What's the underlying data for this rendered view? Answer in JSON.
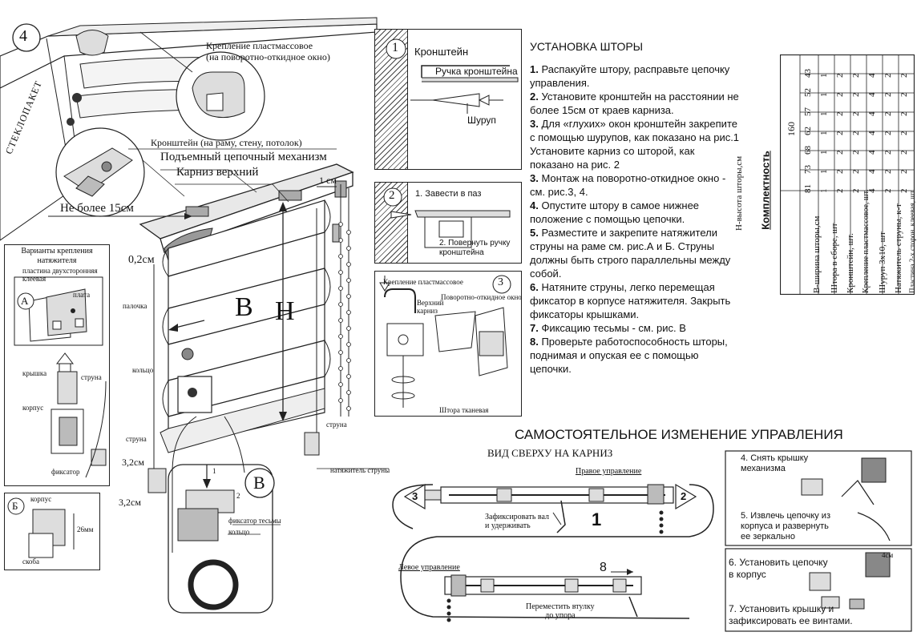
{
  "fig4": {
    "num": "4",
    "glass_label": "СТЕКЛОПАКЕТ",
    "clip_label": "Крепление пластмассовое\n(на поворотно-откидное окно)",
    "bracket_label": "Кронштейн (на раму, стену, потолок)",
    "mechanism_label": "Подъемный цепочный механизм",
    "cornice_label": "Карниз верхний",
    "max15_label": "Не более 15см",
    "cm1_label": "1 см",
    "gap_label": "0,2см",
    "B_letter": "B",
    "H_letter": "H",
    "stick_label": "палочка",
    "ring_label": "кольцо",
    "string_label": "струна",
    "string_label2": "струна",
    "tensioner_label": "натяжитель струны",
    "cm32a": "3,2см",
    "cm32b": "3,2см",
    "circleB": "B",
    "fixator_tape_label": "фиксатор тесьмы",
    "ring2_label": "кольцо",
    "step1": "1",
    "step2": "2"
  },
  "variants": {
    "title": "Варианты крепления\nнатяжителя",
    "A": "A",
    "plate_adhesive": "пластина двухсторонняя\nклеевая",
    "plate": "плата",
    "lid": "крышка",
    "string": "струна",
    "body": "корпус",
    "fixator": "фиксатор",
    "B": "Б",
    "body2": "корпус",
    "clamp": "скоба",
    "mm26": "26мм"
  },
  "fig1": {
    "num": "1",
    "bracket": "Кронштейн",
    "handle": "Ручка кронштейна",
    "screw": "Шуруп"
  },
  "fig2": {
    "num": "2",
    "step1": "1. Завести в паз",
    "step2": "2. Повернуть ручку\nкронштейна"
  },
  "fig3": {
    "num": "3",
    "clip": "Крепление пластмассовое",
    "top_cornice": "Верхний\nкарниз",
    "tilt_window": "Поворотно-откидное окно",
    "fabric": "Штора тканевая"
  },
  "install": {
    "title": "УСТАНОВКА ШТОРЫ",
    "steps": [
      {
        "n": "1.",
        "t": " Распакуйте штору, расправьте цепочку управления."
      },
      {
        "n": "2.",
        "t": " Установите кронштейн на расстоянии не более 15см от краев карниза."
      },
      {
        "n": "3.",
        "t": " Для «глухих» окон кронштейн закрепите с помощью шурупов, как показано на рис.1 Установите карниз со шторой, как показано на рис. 2"
      },
      {
        "n": "3.",
        "t": " Монтаж на поворотно-откидное окно - см. рис.3, 4."
      },
      {
        "n": "4.",
        "t": " Опустите штору в самое нижнее положение с помощью цепочки."
      },
      {
        "n": "5.",
        "t": " Разместите и закрепите натяжители струны на раме см. рис.А и Б. Струны должны быть строго параллельны между собой."
      },
      {
        "n": "6.",
        "t": " Натяните струны, легко перемещая фиксатор в корпусе натяжителя. Закрыть фиксаторы крышками."
      },
      {
        "n": "7.",
        "t": " Фиксацию тесьмы - см. рис. В"
      },
      {
        "n": "8.",
        "t": " Проверьте работоспособность шторы, поднимая и опуская ее с помощью цепочки."
      }
    ]
  },
  "kit": {
    "title": "Комплектность",
    "height_group": "160",
    "row_labels": [
      "Н-высота шторы,см",
      "В-ширина шторы,см",
      "Штора в сборе, шт",
      "Кронштейн, шт.",
      "Крепление пластмассовое, шт.",
      "Шуруп 3х10, шт",
      "Натяжитель струны, к-т",
      "Пластина 2-х сторон. клеевая, шт."
    ],
    "columns": [
      [
        "43",
        "1",
        "2",
        "2",
        "4",
        "2",
        "2"
      ],
      [
        "52",
        "1",
        "2",
        "2",
        "4",
        "2",
        "2"
      ],
      [
        "57",
        "1",
        "2",
        "2",
        "4",
        "2",
        "2"
      ],
      [
        "62",
        "1",
        "2",
        "2",
        "4",
        "2",
        "2"
      ],
      [
        "68",
        "1",
        "2",
        "2",
        "4",
        "2",
        "2"
      ],
      [
        "73",
        "1",
        "2",
        "2",
        "4",
        "2",
        "2"
      ],
      [
        "81",
        "1",
        "2",
        "2",
        "4",
        "2",
        "2"
      ]
    ]
  },
  "self": {
    "title": "САМОСТОЯТЕЛЬНОЕ ИЗМЕНЕНИЕ УПРАВЛЕНИЯ",
    "topview": "ВИД СВЕРХУ НА КАРНИЗ",
    "right_ctrl": "Правое управление",
    "fix_shaft": "Зафиксировать вал\nи удерживать",
    "n1": "1",
    "n2": "2",
    "n3": "3",
    "left_ctrl": "Левое управление",
    "n8": "8",
    "move_sleeve": "Переместить втулку\nдо упора",
    "s4": "4. Снять крышку\nмеханизма",
    "s5": "5. Извлечь цепочку из\nкорпуса и развернуть\nее зеркально",
    "s6": "6. Установить цепочку\nв корпус",
    "s7": "7. Установить крышку и\nзафиксировать ее винтами.",
    "cm4": "4см"
  }
}
